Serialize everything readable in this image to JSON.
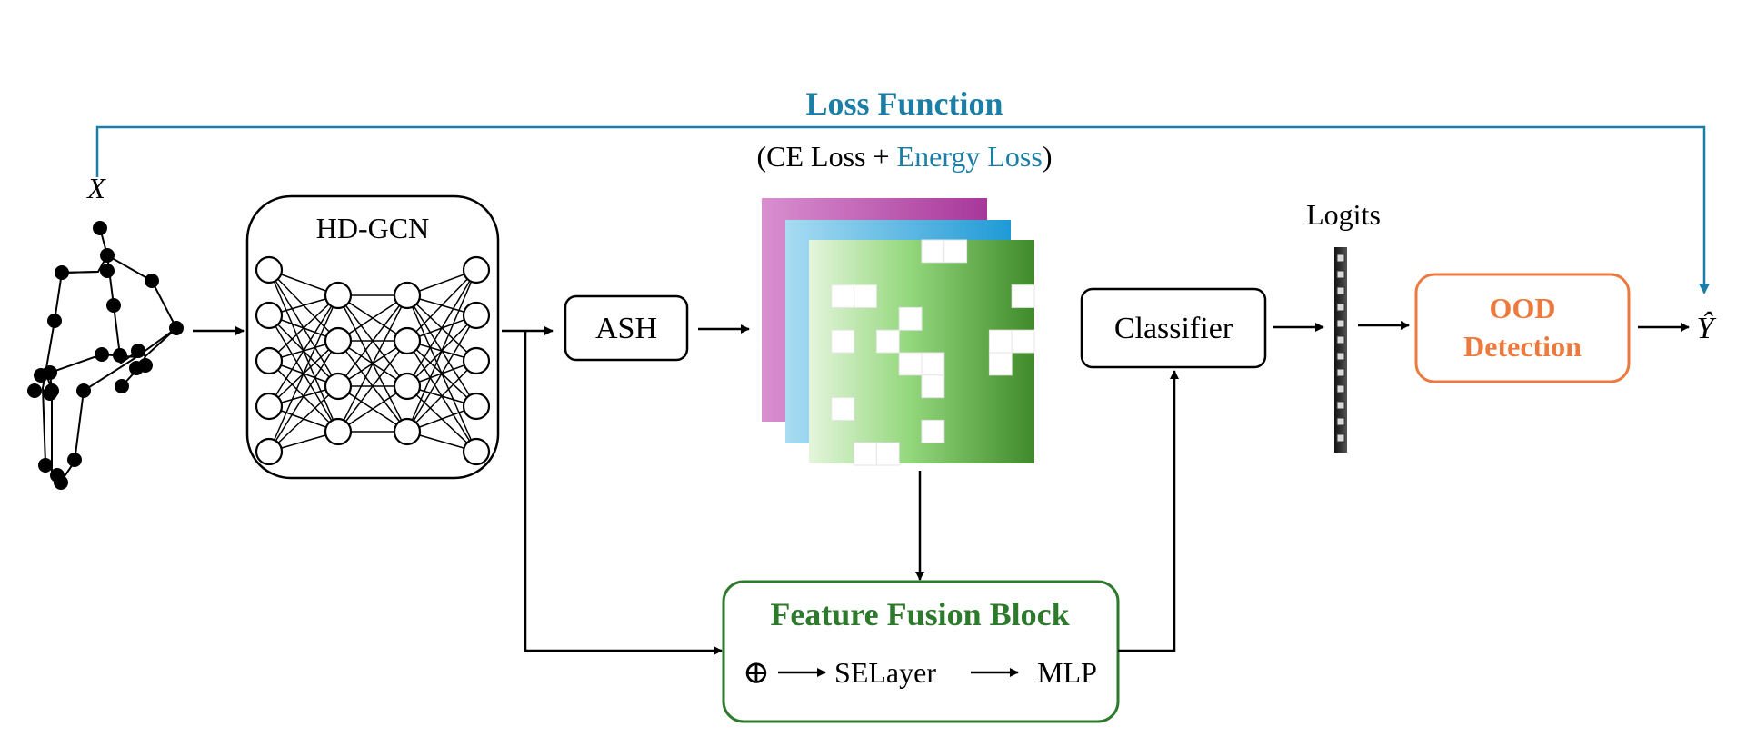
{
  "loss": {
    "title": "Loss Function",
    "open_paren": "(",
    "ce_loss": "CE Loss + ",
    "energy_loss": "Energy Loss",
    "close_paren": ")"
  },
  "input_label": "X",
  "output_label": "Ŷ",
  "hdgcn_label": "HD-GCN",
  "ash_label": "ASH",
  "classifier_label": "Classifier",
  "logits_label": "Logits",
  "ood": {
    "line1": "OOD",
    "line2": "Detection"
  },
  "fusion": {
    "title": "Feature Fusion Block",
    "oplus": "⊕",
    "selayer": "SELayer",
    "mlp": "MLP"
  },
  "colors": {
    "loss_blue": "#1a7ea6",
    "ood_orange": "#ec7a3f",
    "fusion_green": "#2d7a2d",
    "magenta": "#b5489e",
    "cyan": "#2ea4dd",
    "green": "#4f9d34"
  }
}
